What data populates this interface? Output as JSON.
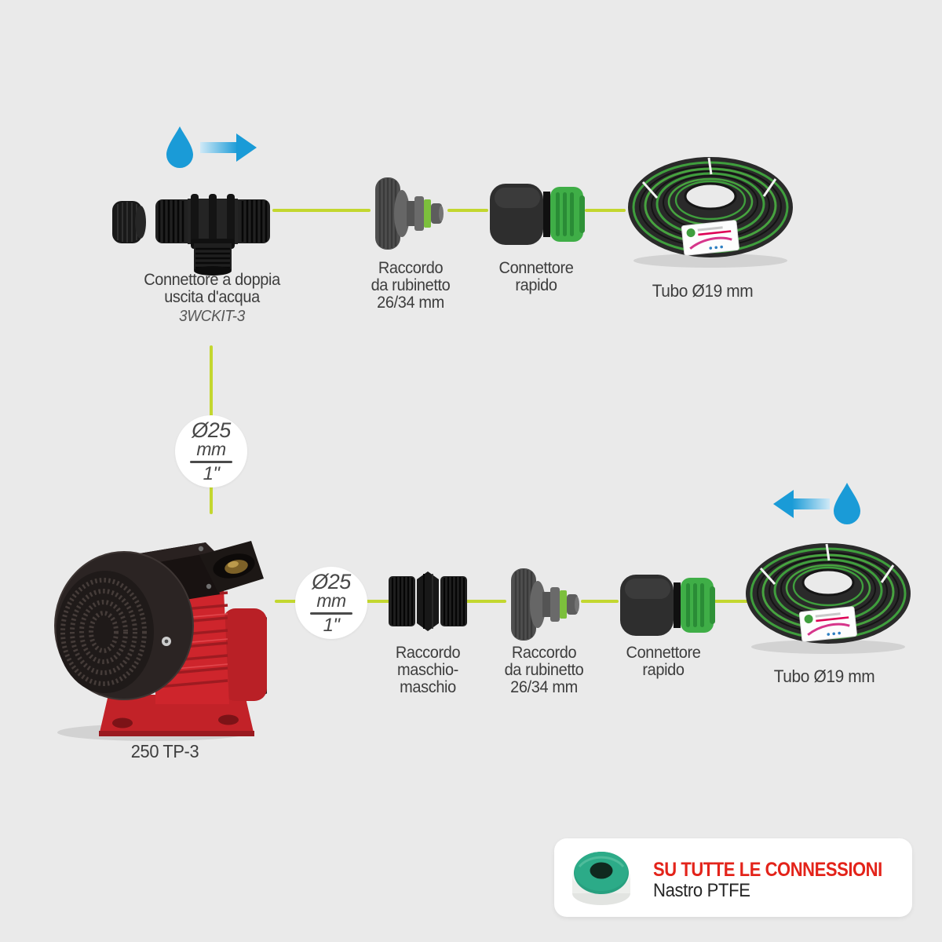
{
  "colors": {
    "background": "#eaeaea",
    "connector_line": "#c3d72f",
    "water_blue": "#1a9bd7",
    "alert_red": "#e3231a",
    "text_dark": "#3d3d3d",
    "pump_red": "#ce252c",
    "fitting_green": "#3fae47",
    "hose_green": "#3f9e3d",
    "tape_teal": "#27a07f"
  },
  "top_row": {
    "flow_icon": "water-drop-arrow-right",
    "t_connector": {
      "label_line1": "Connettore a doppia",
      "label_line2": "uscita d'acqua",
      "code": "3WCKIT-3"
    },
    "tap_connector": {
      "label_line1": "Raccordo",
      "label_line2": "da rubinetto",
      "label_line3": "26/34 mm"
    },
    "quick_connector": {
      "label_line1": "Connettore",
      "label_line2": "rapido"
    },
    "hose": {
      "label": "Tubo Ø19 mm"
    }
  },
  "size_badges": {
    "vertical": {
      "diameter": "Ø25",
      "unit": "mm",
      "inches": "1\""
    },
    "horizontal": {
      "diameter": "Ø25",
      "unit": "mm",
      "inches": "1\""
    }
  },
  "pump": {
    "model": "250 TP-3"
  },
  "bottom_row": {
    "flow_icon": "water-drop-arrow-left",
    "male_male": {
      "label_line1": "Raccordo",
      "label_line2": "maschio-",
      "label_line3": "maschio"
    },
    "tap_connector": {
      "label_line1": "Raccordo",
      "label_line2": "da rubinetto",
      "label_line3": "26/34 mm"
    },
    "quick_connector": {
      "label_line1": "Connettore",
      "label_line2": "rapido"
    },
    "hose": {
      "label": "Tubo Ø19 mm"
    }
  },
  "note": {
    "title": "SU TUTTE LE CONNESSIONI",
    "subtitle": "Nastro PTFE",
    "icon": "ptfe-tape-roll"
  }
}
